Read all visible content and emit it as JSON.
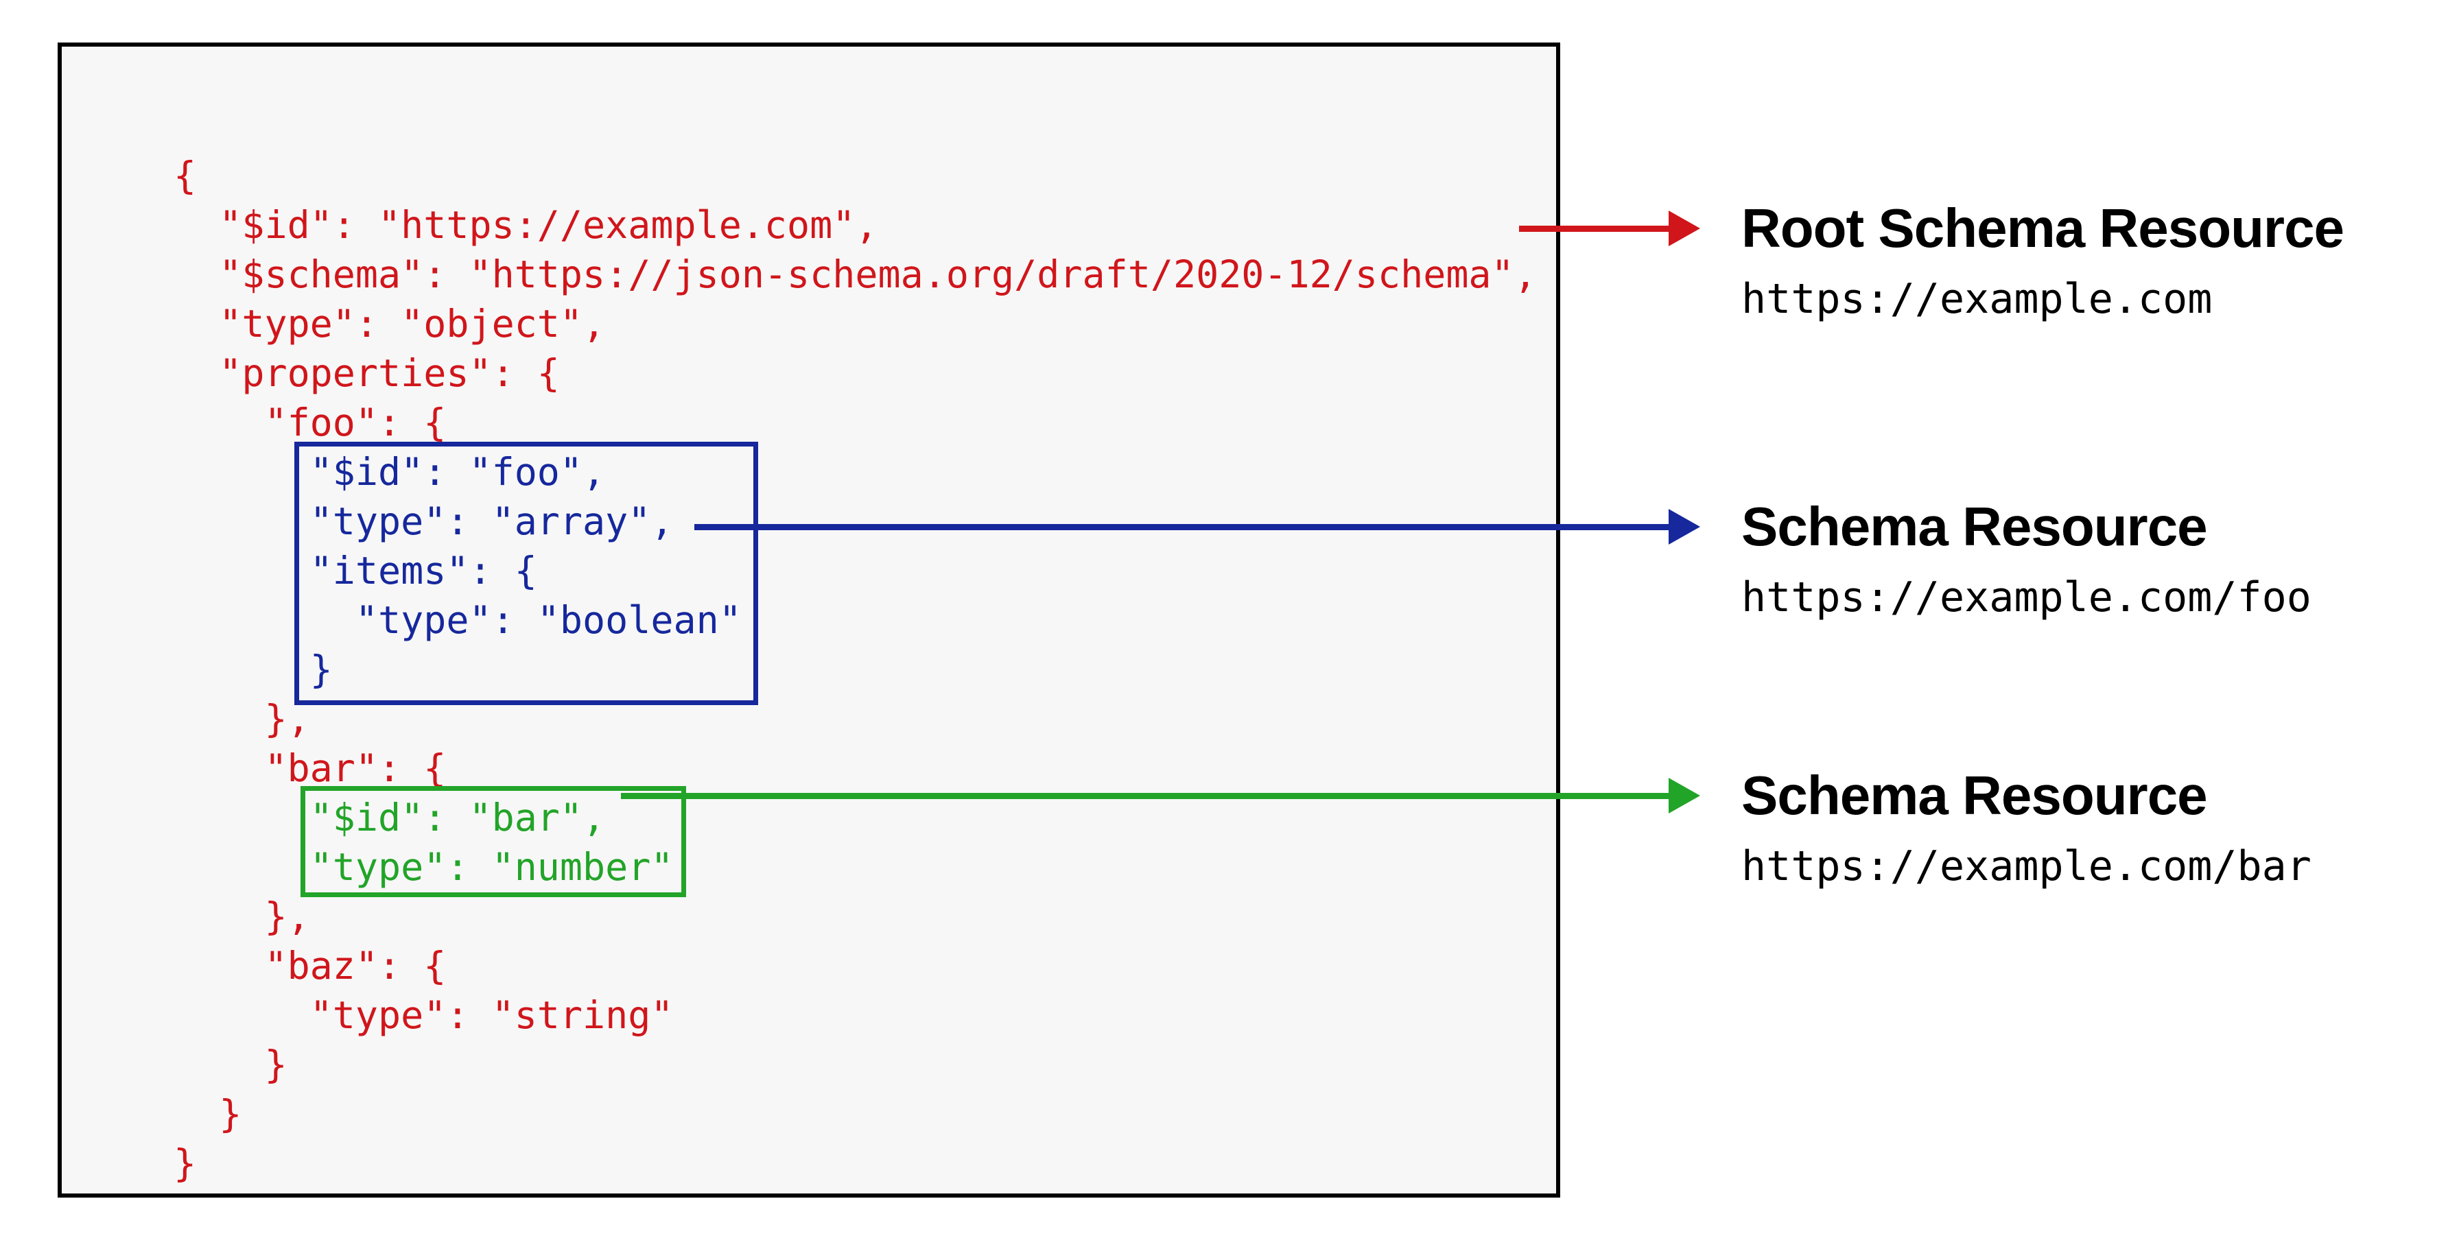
{
  "diagram": {
    "code": {
      "lines": [
        {
          "text": "{",
          "color": "red"
        },
        {
          "text": "  \"$id\": \"https://example.com\",",
          "color": "red"
        },
        {
          "text": "  \"$schema\": \"https://json-schema.org/draft/2020-12/schema\",",
          "color": "red"
        },
        {
          "text": "  \"type\": \"object\",",
          "color": "red"
        },
        {
          "text": "  \"properties\": {",
          "color": "red"
        },
        {
          "text": "    \"foo\": {",
          "color": "red"
        },
        {
          "text": "      \"$id\": \"foo\",",
          "color": "blue"
        },
        {
          "text": "      \"type\": \"array\",",
          "color": "blue"
        },
        {
          "text": "      \"items\": {",
          "color": "blue"
        },
        {
          "text": "        \"type\": \"boolean\"",
          "color": "blue"
        },
        {
          "text": "      }",
          "color": "blue"
        },
        {
          "text": "    },",
          "color": "red"
        },
        {
          "text": "    \"bar\": {",
          "color": "red"
        },
        {
          "text": "      \"$id\": \"bar\",",
          "color": "green"
        },
        {
          "text": "      \"type\": \"number\"",
          "color": "green"
        },
        {
          "text": "    },",
          "color": "red"
        },
        {
          "text": "    \"baz\": {",
          "color": "red"
        },
        {
          "text": "      \"type\": \"string\"",
          "color": "red"
        },
        {
          "text": "    }",
          "color": "red"
        },
        {
          "text": "  }",
          "color": "red"
        },
        {
          "text": "}",
          "color": "red"
        }
      ]
    },
    "callouts": [
      {
        "title": "Root Schema Resource",
        "url": "https://example.com",
        "color": "#D0161B"
      },
      {
        "title": "Schema Resource",
        "url": "https://example.com/foo",
        "color": "#16289C"
      },
      {
        "title": "Schema Resource",
        "url": "https://example.com/bar",
        "color": "#22A428"
      }
    ],
    "colors": {
      "red": "#D0161B",
      "blue": "#16289C",
      "green": "#22A428",
      "panel_bg": "#F7F7F7",
      "panel_border": "#000000",
      "label": "#000000",
      "page_bg": "#FFFFFF"
    }
  }
}
